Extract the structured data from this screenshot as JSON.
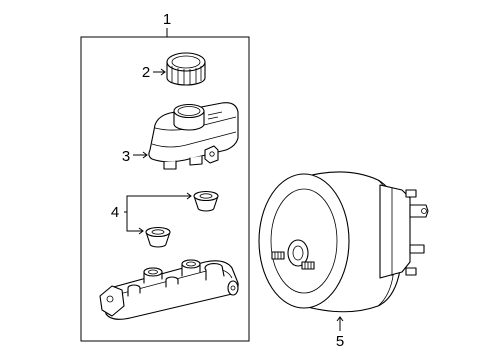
{
  "callouts": {
    "assembly": "1",
    "cap": "2",
    "reservoir": "3",
    "grommets": "4",
    "booster": "5"
  },
  "colors": {
    "line": "#000000",
    "background": "#ffffff"
  }
}
